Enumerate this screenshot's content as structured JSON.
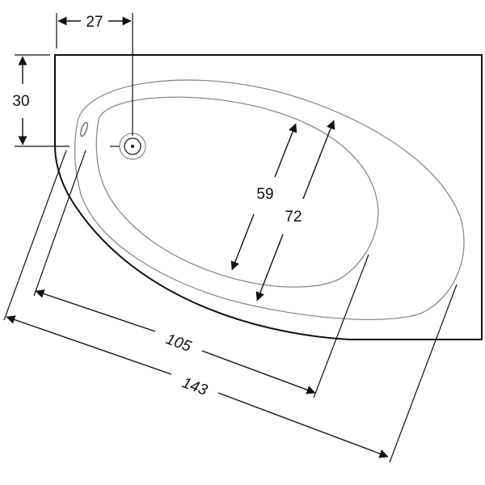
{
  "diagram": {
    "dimensions": {
      "tap_hole_offset": "27",
      "tap_hole_depth": "30",
      "inner_bowl_width": "59",
      "outer_bowl_width": "72",
      "inner_bowl_length": "105",
      "outer_length": "143"
    },
    "colors": {
      "outline": "#111111",
      "rim": "#8a8a8a"
    }
  }
}
